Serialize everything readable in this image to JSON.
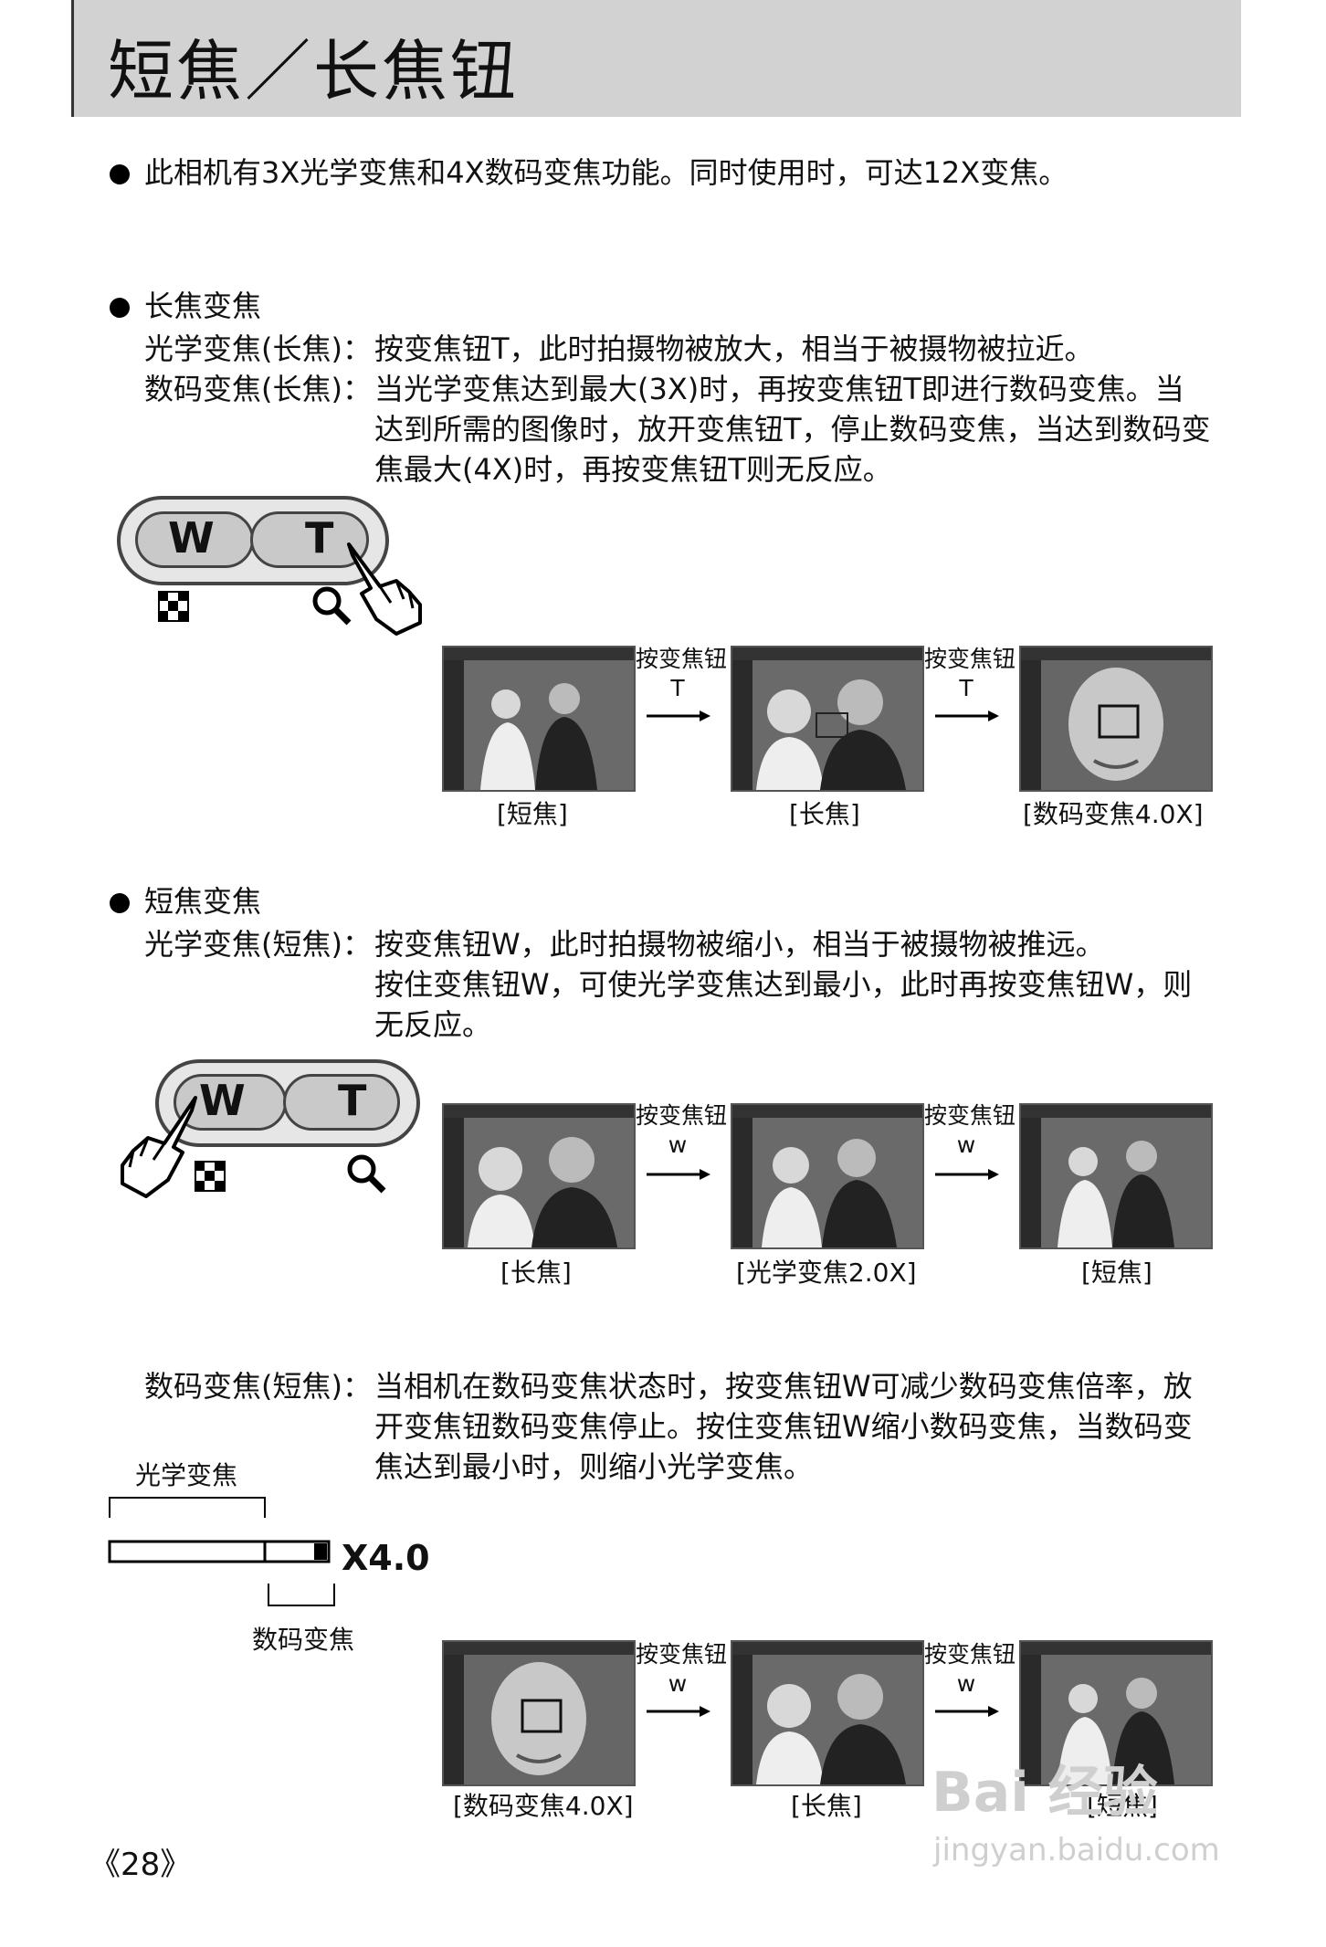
{
  "header": {
    "title": "短焦／长焦钮"
  },
  "intro": "此相机有3X光学变焦和4X数码变焦功能。同时使用时，可达12X变焦。",
  "tele": {
    "heading": "长焦变焦",
    "optical_label": "光学变焦(长焦)：",
    "optical_text": "按变焦钮T，此时拍摄物被放大，相当于被摄物被拉近。",
    "digital_label": "数码变焦(长焦)：",
    "digital_lines": [
      "当光学变焦达到最大(3X)时，再按变焦钮T即进行数码变焦。当",
      "达到所需的图像时，放开变焦钮T，停止数码变焦，当达到数码变",
      "焦最大(4X)时，再按变焦钮T则无反应。"
    ],
    "arrow_label_1": "按变焦钮",
    "arrow_key_1": "T",
    "arrow_label_2": "按变焦钮",
    "arrow_key_2": "T",
    "captions": [
      "[短焦]",
      "[长焦]",
      "[数码变焦4.0X]"
    ]
  },
  "wide": {
    "heading": "短焦变焦",
    "optical_label": "光学变焦(短焦)：",
    "optical_lines": [
      "按变焦钮W，此时拍摄物被缩小，相当于被摄物被推远。",
      "按住变焦钮W，可使光学变焦达到最小，此时再按变焦钮W，则",
      "无反应。"
    ],
    "arrow_label_1": "按变焦钮",
    "arrow_key_1": "w",
    "arrow_label_2": "按变焦钮",
    "arrow_key_2": "w",
    "captions": [
      "[长焦]",
      "[光学变焦2.0X]",
      "[短焦]"
    ]
  },
  "digital_wide": {
    "label": "数码变焦(短焦)：",
    "lines": [
      "当相机在数码变焦状态时，按变焦钮W可减少数码变焦倍率，放",
      "开变焦钮数码变焦停止。按住变焦钮W缩小数码变焦，当数码变",
      "焦达到最小时，则缩小光学变焦。"
    ],
    "bar_optical_label": "光学变焦",
    "bar_digital_label": "数码变焦",
    "bar_value": "X4.0",
    "arrow_label_1": "按变焦钮",
    "arrow_key_1": "w",
    "arrow_label_2": "按变焦钮",
    "arrow_key_2": "w",
    "captions": [
      "[数码变焦4.0X]",
      "[长焦]",
      "[短焦]"
    ]
  },
  "zoom_buttons": {
    "wide_key": "W",
    "tele_key": "T"
  },
  "page_number": "《28》",
  "watermark": {
    "brand": "Bai 经验",
    "url": "jingyan.baidu.com"
  }
}
